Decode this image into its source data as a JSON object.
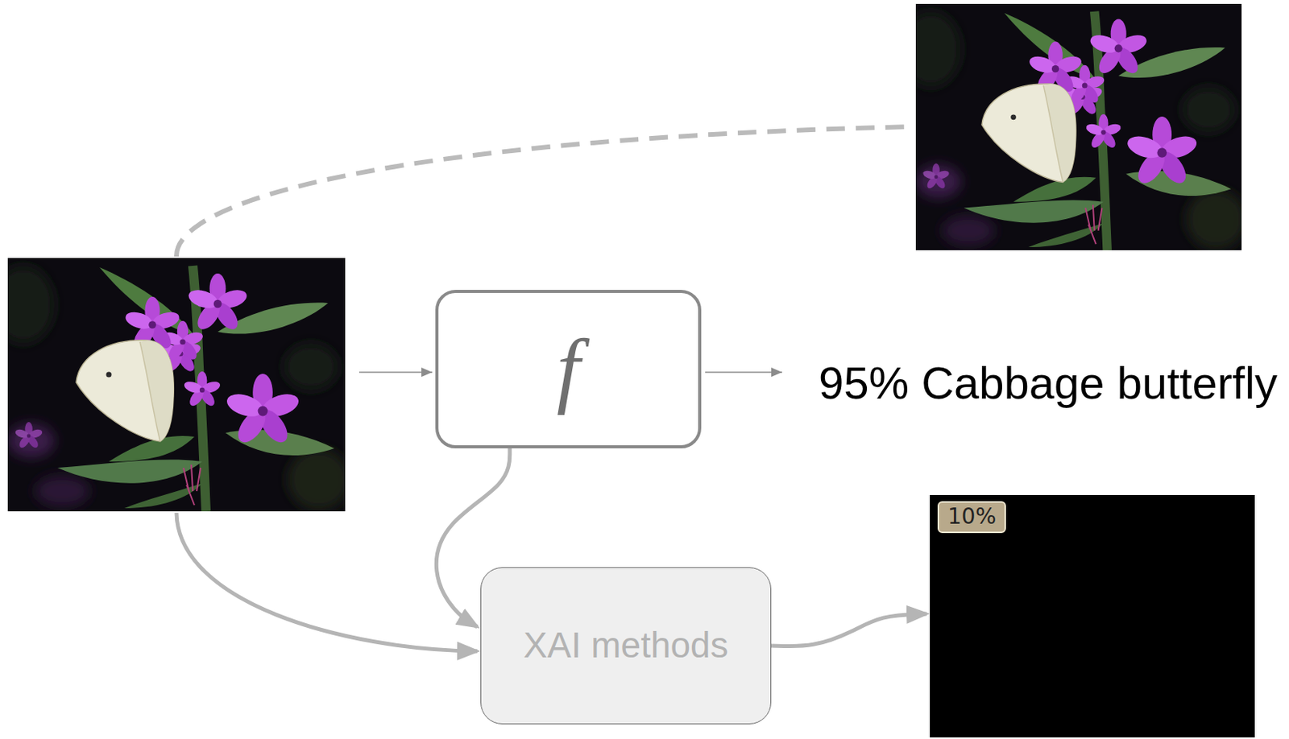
{
  "diagram": {
    "nodes": [
      {
        "text": [
          "f"
        ]
      },
      {
        "text": [
          "XAI methods"
        ]
      },
      {
        "text": [
          "10%"
        ]
      }
    ],
    "edges": [
      {
        "from": 0,
        "to": 1,
        "arrow": "to"
      },
      {
        "from": 1,
        "to": 2,
        "arrow": "to"
      }
    ],
    "labels": [
      "95% Cabbage butterfly"
    ]
  }
}
